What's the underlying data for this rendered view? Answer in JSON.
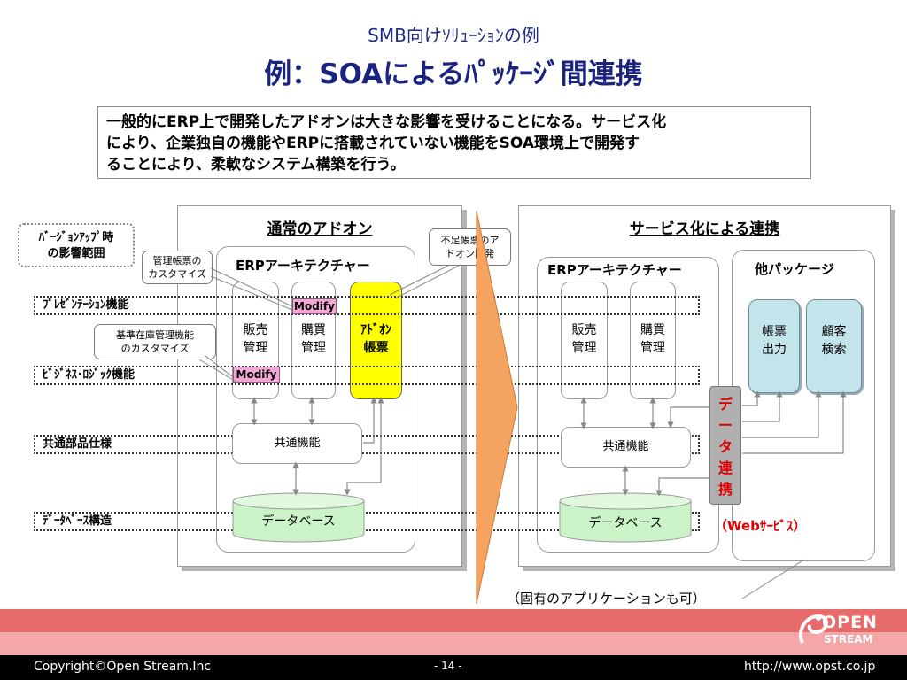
{
  "header": {
    "subtitle": "SMB向けｿﾘｭｰｼｮﾝの例",
    "title": "例：SOAによるﾊﾟｯｹｰｼﾞ間連携"
  },
  "intro": {
    "lines": [
      "一般的にERP上で開発したアドオンは大きな影響を受けることになる。サービス化",
      "により、企業独自の機能やERPに搭載されていない機能をSOA環境上で開発す",
      "ることにより、柔軟なシステム構築を行う。"
    ]
  },
  "version_callout": {
    "lines": [
      "ﾊﾞｰｼﾞｮﾝｱｯﾌﾟ時",
      "の影響範囲"
    ]
  },
  "layers": {
    "presentation": "ﾌﾟﾚｾﾞﾝﾃｰｼｮﾝ機能",
    "business": "ﾋﾞｼﾞﾈｽ･ﾛｼﾞｯｸ機能",
    "common": "共通部品仕様",
    "database": "ﾃﾞｰﾀﾍﾞｰｽ構造"
  },
  "left_panel": {
    "title": "通常のアドオン",
    "arch_title": "ERPアーキテクチャー",
    "col_sales": [
      "販売",
      "管理"
    ],
    "col_purchase": [
      "購買",
      "管理"
    ],
    "col_addon": [
      "ｱﾄﾞｵﾝ",
      "帳票"
    ],
    "modify_label": "Modify",
    "common_label": "共通機能",
    "db_label": "データベース"
  },
  "callouts": {
    "report_customize": [
      "管理帳票の",
      "カスタマイズ"
    ],
    "inventory_customize": [
      "基準在庫管理機能",
      "のカスタマイズ"
    ],
    "missing_report": [
      "不足帳票のア",
      "ドオン開発"
    ]
  },
  "right_panel": {
    "title": "サービス化による連携",
    "arch_title": "ERPアーキテクチャー",
    "col_sales": [
      "販売",
      "管理"
    ],
    "col_purchase": [
      "購買",
      "管理"
    ],
    "common_label": "共通機能",
    "db_label": "データベース",
    "other_title": "他パッケージ",
    "pkg_report": [
      "帳票",
      "出力"
    ],
    "pkg_customer": [
      "顧客",
      "検索"
    ],
    "data_link": [
      "デ",
      "ー",
      "タ",
      "連",
      "携"
    ],
    "web_service": "（Webｻｰﾋﾞｽ）"
  },
  "note": "（固有のアプリケーションも可）",
  "footer": {
    "copyright": "Copyright©Open Stream,Inc",
    "page": "- 14 -",
    "url": "http://www.opst.co.jp",
    "logo": [
      "OPEN",
      "STREAM"
    ]
  },
  "colors": {
    "title": "#1a237e",
    "modify": "#f4a6d7",
    "addon": "#ffff00",
    "db": "#ccf2c8",
    "package": "#c4e4ec",
    "data_link": "#b0b0b0",
    "accent_red": "#dd0000",
    "arrow": "#f4a460",
    "footer_red": "#e86b6b"
  }
}
